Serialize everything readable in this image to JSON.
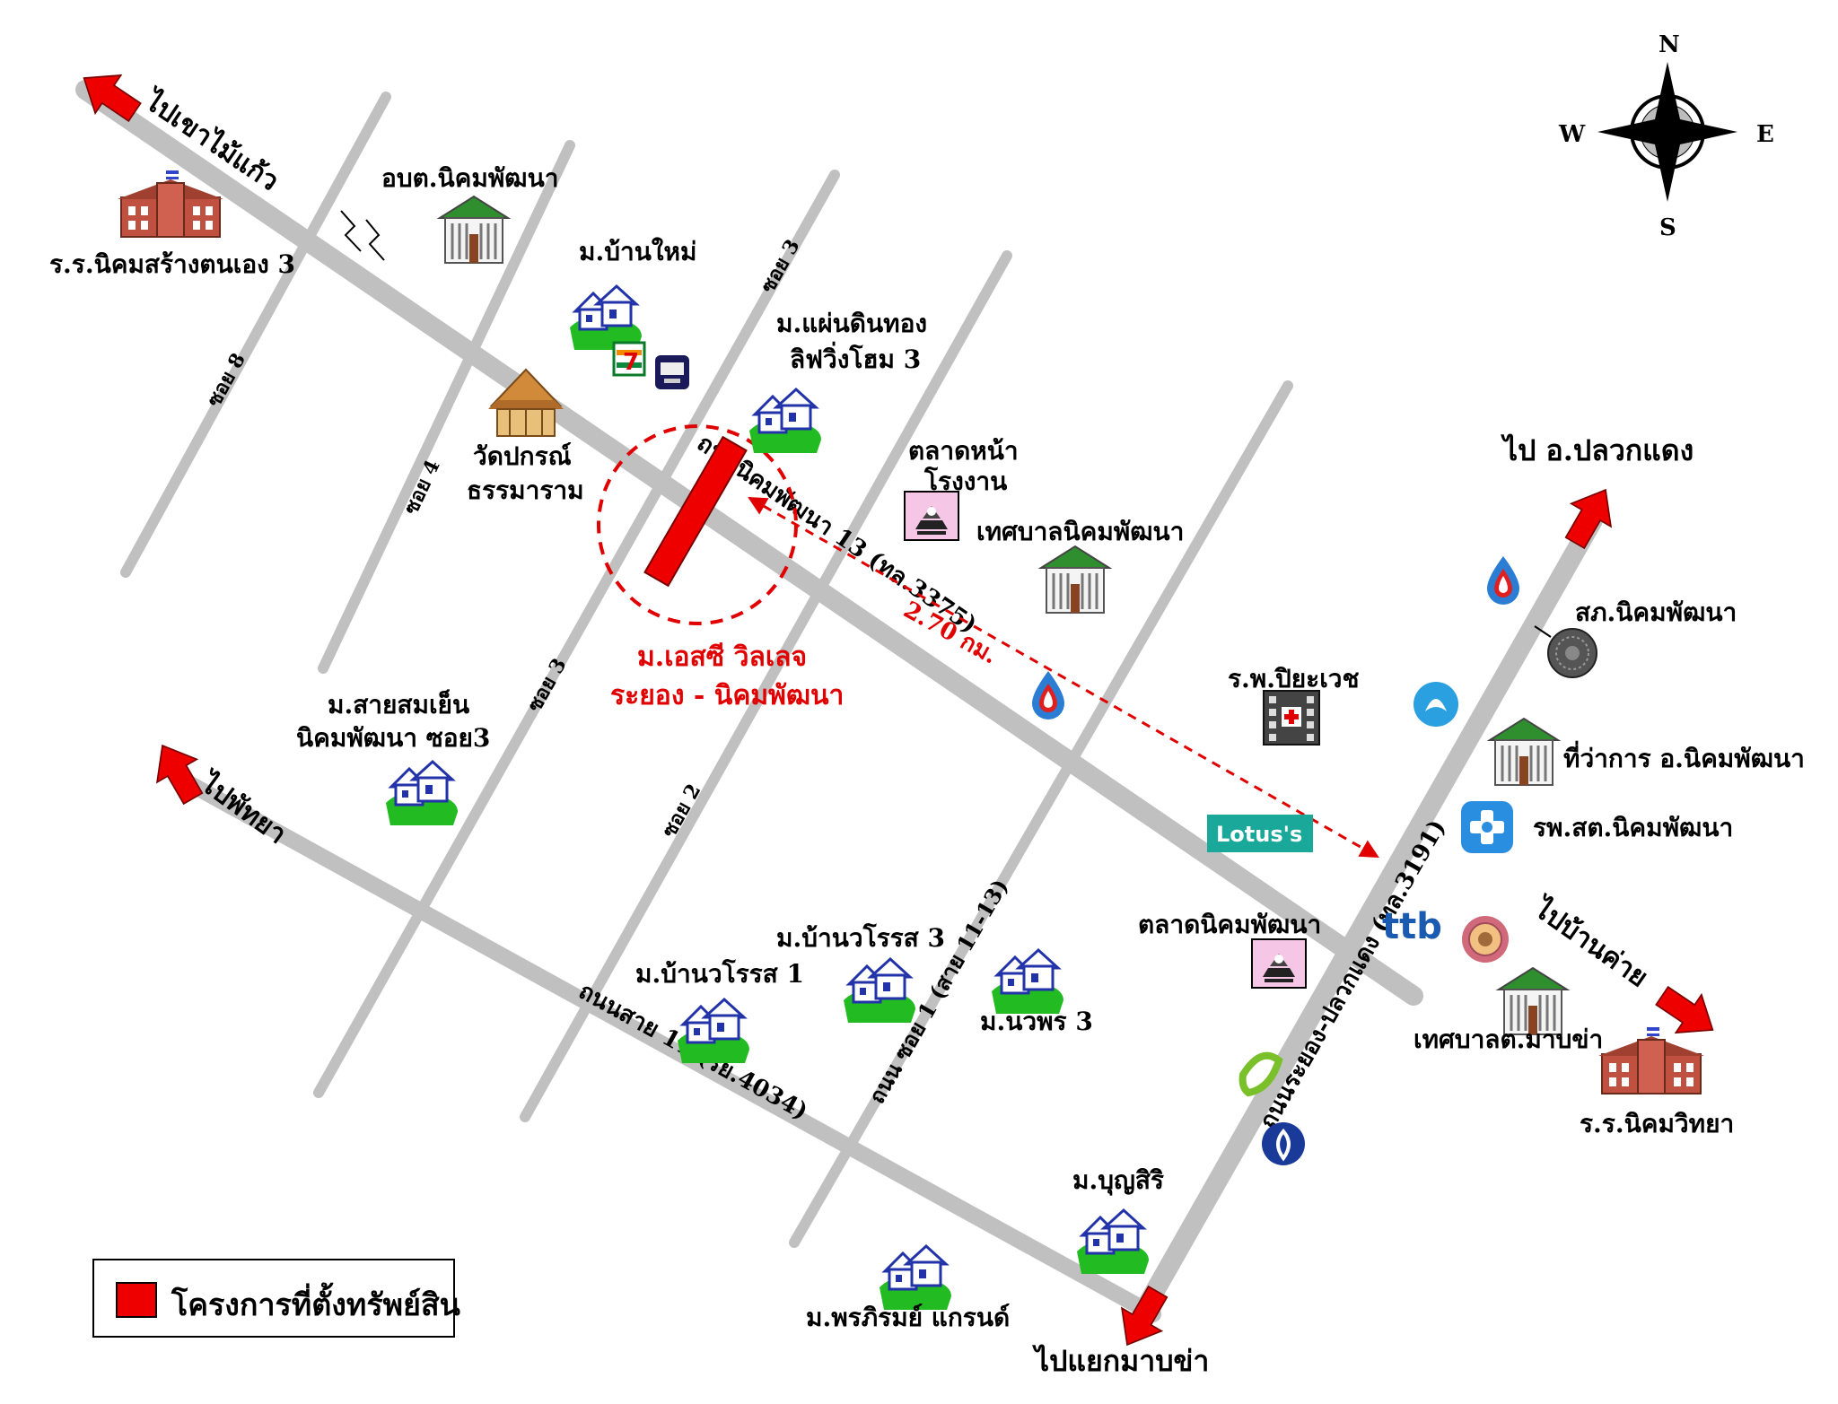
{
  "roads": {
    "main": "ถนนนิคมพัฒนา 13 (ทล.3375)",
    "rayong_plukdaeng": "ถนนระยอง-ปลวกแดง (ทล.3191)",
    "sai11": "ถนนสาย 11 (รย.4034)",
    "soi1": "ถนน ซอย 1 (สาย 11-13)",
    "soi2": "ซอย 2",
    "soi3_top": "ซอย 3",
    "soi3_left": "ซอย 3",
    "soi4": "ซอย 4",
    "soi8": "ซอย 8"
  },
  "directions": {
    "to_khaomaikaeo": "ไปเขาไม้แก้ว",
    "to_pattaya": "ไปพัทยา",
    "to_plukdaeng": "ไป อ.ปลวกแดง",
    "to_bankhai": "ไปบ้านค่าย",
    "to_maptaphut_junction": "ไปแยกมาบข่า"
  },
  "places": {
    "school_3": "ร.ร.นิคมสร้างตนเอง 3",
    "obt": "อบต.นิคมพัฒนา",
    "ban_mai": "ม.บ้านใหม่",
    "paendin_thong_1": "ม.แผ่นดินทอง",
    "paendin_thong_2": "ลิฟวิ่งโฮม 3",
    "wat_1": "วัดปกรณ์",
    "wat_2": "ธรรมาราม",
    "market_front_1": "ตลาดหน้า",
    "market_front_2": "โรงงาน",
    "municipality": "เทศบาลนิคมพัฒนา",
    "project_1": "ม.เอสซี วิลเลจ",
    "project_2": "ระยอง - นิคมพัฒนา",
    "distance": "2.70 กม.",
    "saisom_1": "ม.สายสมเย็น",
    "saisom_2": "นิคมพัฒนา ซอย3",
    "hospital": "ร.พ.ปิยะเวช",
    "police": "สภ.นิคมพัฒนา",
    "district_office": "ที่ว่าการ อ.นิคมพัฒนา",
    "health_center": "รพ.สต.นิคมพัฒนา",
    "lotus": "Lotus's",
    "market_nikhom": "ตลาดนิคมพัฒนา",
    "ttb": "ttb",
    "maptaphut_municipality": "เทศบาลต.มาบข่า",
    "nikhom_school": "ร.ร.นิคมวิทยา",
    "banworasorn3": "ม.บ้านวโรรส 3",
    "banworasorn1": "ม.บ้านวโรรส 1",
    "nawaporn3": "ม.นวพร 3",
    "boonsiri": "ม.บุญสิริ",
    "pornphirom": "ม.พรภิรมย์ แกรนด์",
    "seven_eleven": "7"
  },
  "compass": {
    "n": "N",
    "s": "S",
    "e": "E",
    "w": "W"
  },
  "legend": {
    "label": "โครงการที่ตั้งทรัพย์สิน"
  },
  "colors": {
    "road": "#c0c0c0",
    "arrow": "#ee0000",
    "project": "#ee0000",
    "route": "#e00000",
    "house_blue": "#2233aa",
    "lawn_green": "#22bb22"
  }
}
